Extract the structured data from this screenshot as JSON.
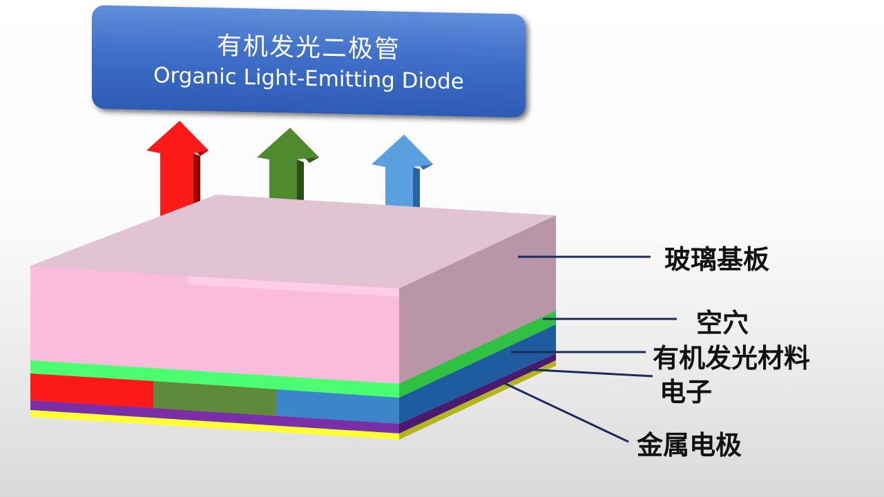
{
  "title": {
    "cn": "有机发光二极管",
    "en": "Organic Light-Emitting Diode"
  },
  "layers": [
    {
      "label": "玻璃基板",
      "color": "#f7bcd9"
    },
    {
      "label": "空穴",
      "color": "#4cff70"
    },
    {
      "label": "有机发光材料",
      "color": "#1f5c9f"
    },
    {
      "label": "电子",
      "color": "#7a2fa8"
    },
    {
      "label": "金属电极",
      "color": "#ffff33"
    }
  ],
  "arrows": [
    {
      "color": "#ff1a1a"
    },
    {
      "color": "#4f8a2e"
    },
    {
      "color": "#5aa0e0"
    }
  ],
  "pixels": [
    "#ff1a1a",
    "#5f8a3a",
    "#3b86c8"
  ],
  "colors": {
    "title_bg": "#3f6fc8",
    "leader_line": "#1a2a5a"
  }
}
